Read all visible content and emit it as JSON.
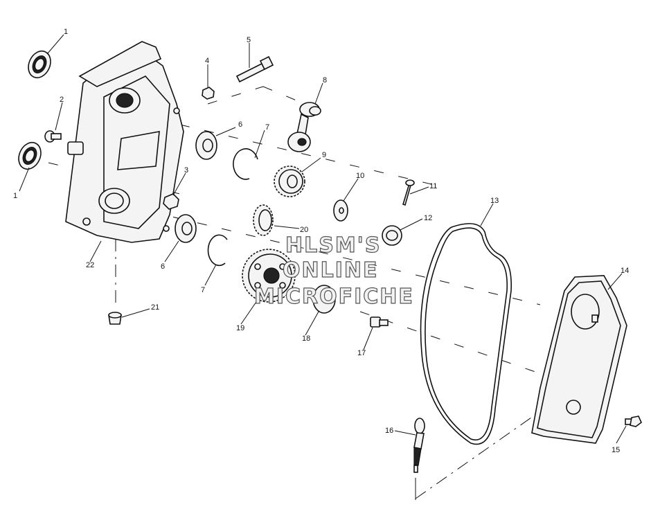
{
  "watermark": {
    "line1": "HLSM'S",
    "line2": "ONLINE",
    "line3": "MICROFICHE"
  },
  "callouts": {
    "c1a": "1",
    "c1b": "1",
    "c2": "2",
    "c3": "3",
    "c4": "4",
    "c5": "5",
    "c6a": "6",
    "c6b": "6",
    "c7a": "7",
    "c7b": "7",
    "c8": "8",
    "c9": "9",
    "c10": "10",
    "c11": "11",
    "c12": "12",
    "c13": "13",
    "c14": "14",
    "c15": "15",
    "c16": "16",
    "c17": "17",
    "c18": "18",
    "c19": "19",
    "c20": "20",
    "c21": "21",
    "c22": "22"
  }
}
